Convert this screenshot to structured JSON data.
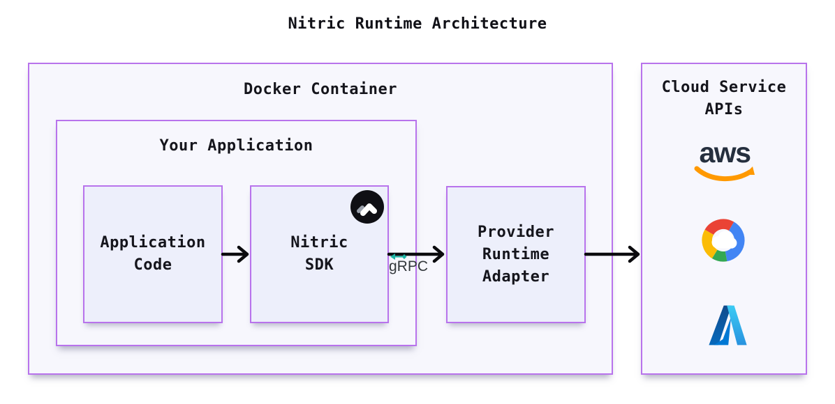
{
  "title": "Nitric Runtime Architecture",
  "docker_container": {
    "label": "Docker Container"
  },
  "your_application": {
    "label": "Your Application"
  },
  "application_code": {
    "lines": [
      "Application",
      "Code"
    ]
  },
  "nitric_sdk": {
    "lines": [
      "Nitric",
      "SDK"
    ]
  },
  "provider_runtime_adapter": {
    "lines": [
      "Provider",
      "Runtime",
      "Adapter"
    ]
  },
  "grpc": {
    "label": "gRPC"
  },
  "cloud_service_apis": {
    "label_lines": [
      "Cloud Service",
      "APIs"
    ],
    "aws_label": "aws",
    "logos": [
      "aws-logo",
      "google-cloud-logo",
      "azure-logo"
    ]
  },
  "colors": {
    "box_border": "#b873ec",
    "outer_box_fill": "#f7f7fd",
    "inner_box_fill": "#edeffb",
    "text": "#15151c",
    "arrow": "#0b0b0e",
    "grpc_teal": "#1db5a5",
    "aws_navy": "#252f3e",
    "aws_orange": "#ff9900",
    "gcp_red": "#ea4335",
    "gcp_blue": "#4285f4",
    "gcp_green": "#34a853",
    "gcp_yellow": "#fbbc05",
    "azure_dark_blue": "#1b5fad",
    "azure_light_blue": "#3ccbf4",
    "nitric_black": "#0f0f14"
  }
}
